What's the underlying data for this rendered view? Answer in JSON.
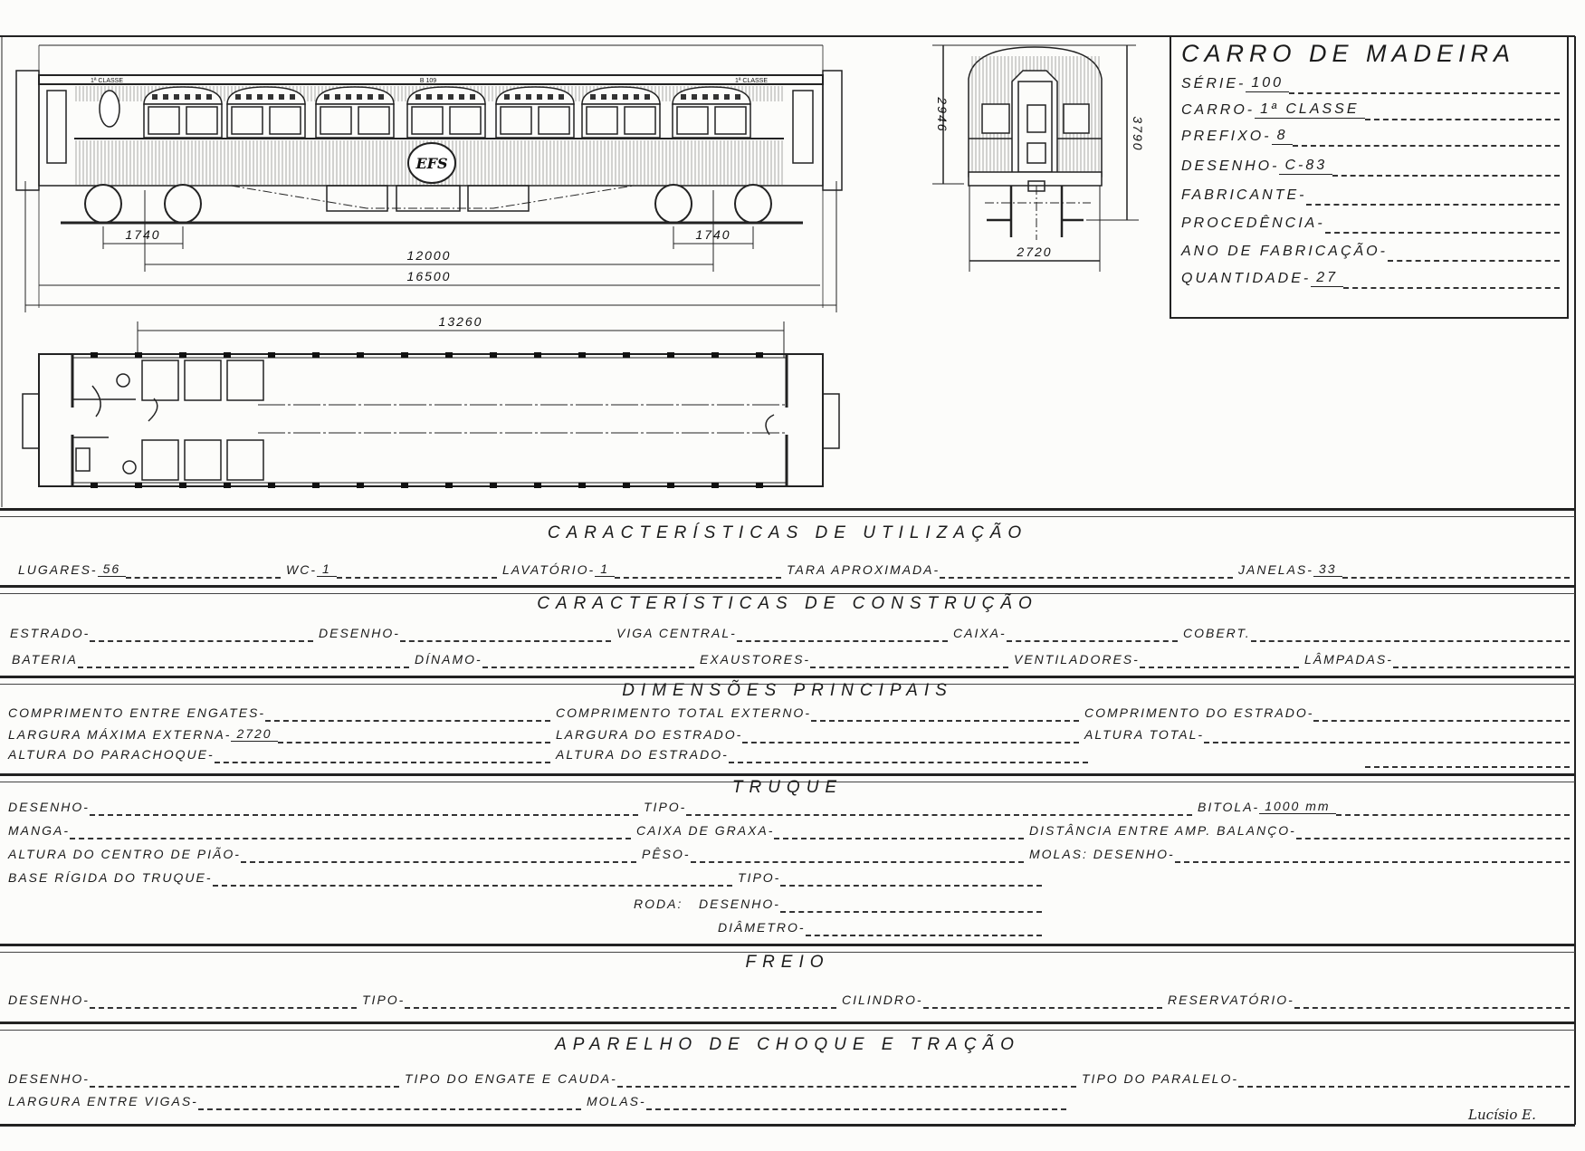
{
  "title_block": {
    "title": "CARRO DE MADEIRA",
    "fields": [
      {
        "label": "SÉRIE-",
        "value": "100"
      },
      {
        "label": "CARRO-",
        "value": "1ª CLASSE"
      },
      {
        "label": "PREFIXO-",
        "value": "8"
      },
      {
        "label": "DESENHO-",
        "value": "C-83"
      },
      {
        "label": "FABRICANTE-",
        "value": ""
      },
      {
        "label": "PROCEDÊNCIA-",
        "value": ""
      },
      {
        "label": "ANO DE FABRICAÇÃO-",
        "value": ""
      },
      {
        "label": "QUANTIDADE-",
        "value": "27"
      }
    ]
  },
  "drawing": {
    "side_labels": [
      "1ª CLASSE",
      "B 109",
      "1ª CLASSE"
    ],
    "dimensions": {
      "bogie_wheelbase_left": "1740",
      "bogie_wheelbase_right": "1740",
      "bogie_centers": "12000",
      "body_length": "16500",
      "plan_length": "13260",
      "end_height": "2946",
      "total_height": "3790",
      "width": "2720"
    }
  },
  "sections": [
    {
      "title": "CARACTERÍSTICAS DE UTILIZAÇÃO",
      "rows": [
        [
          {
            "label": "LUGARES-",
            "value": "56"
          },
          {
            "label": "WC-",
            "value": "1"
          },
          {
            "label": "LAVATÓRIO-",
            "value": "1"
          },
          {
            "label": "TARA APROXIMADA-",
            "value": ""
          },
          {
            "label": "JANELAS-",
            "value": "33"
          }
        ]
      ]
    },
    {
      "title": "CARACTERÍSTICAS DE CONSTRUÇÃO",
      "rows": [
        [
          {
            "label": "ESTRADO-",
            "value": ""
          },
          {
            "label": "DESENHO-",
            "value": ""
          },
          {
            "label": "VIGA CENTRAL-",
            "value": ""
          },
          {
            "label": "CAIXA-",
            "value": ""
          },
          {
            "label": "COBERT.",
            "value": ""
          }
        ],
        [
          {
            "label": "BATERIA",
            "value": ""
          },
          {
            "label": "DÍNAMO-",
            "value": ""
          },
          {
            "label": "EXAUSTORES-",
            "value": ""
          },
          {
            "label": "VENTILADORES-",
            "value": ""
          },
          {
            "label": "LÂMPADAS-",
            "value": ""
          }
        ]
      ]
    },
    {
      "title": "DIMENSÕES PRINCIPAIS",
      "rows": [
        [
          {
            "label": "COMPRIMENTO ENTRE ENGATES-",
            "value": ""
          },
          {
            "label": "COMPRIMENTO TOTAL EXTERNO-",
            "value": ""
          },
          {
            "label": "COMPRIMENTO DO ESTRADO-",
            "value": ""
          }
        ],
        [
          {
            "label": "LARGURA MÁXIMA EXTERNA-",
            "value": "2720"
          },
          {
            "label": "LARGURA DO ESTRADO-",
            "value": ""
          },
          {
            "label": "ALTURA TOTAL-",
            "value": ""
          }
        ],
        [
          {
            "label": "ALTURA DO PARACHOQUE-",
            "value": ""
          },
          {
            "label": "ALTURA DO ESTRADO-",
            "value": ""
          }
        ]
      ]
    },
    {
      "title": "TRUQUE",
      "rows": [
        [
          {
            "label": "DESENHO-",
            "value": ""
          },
          {
            "label": "TIPO-",
            "value": ""
          },
          {
            "label": "BITOLA-",
            "value": "1000 mm"
          }
        ],
        [
          {
            "label": "MANGA-",
            "value": ""
          },
          {
            "label": "CAIXA DE GRAXA-",
            "value": ""
          },
          {
            "label": "DISTÂNCIA ENTRE AMP. BALANÇO-",
            "value": ""
          }
        ],
        [
          {
            "label": "ALTURA DO CENTRO DE PIÃO-",
            "value": ""
          },
          {
            "label": "PÊSO-",
            "value": ""
          },
          {
            "label": "MOLAS: DESENHO-",
            "value": ""
          }
        ],
        [
          {
            "label": "BASE RÍGIDA DO TRUQUE-",
            "value": ""
          },
          {
            "label": "TIPO-",
            "value": ""
          }
        ],
        [
          {
            "label": "RODA:   DESENHO-",
            "value": ""
          }
        ],
        [
          {
            "label": "DIÂMETRO-",
            "value": ""
          }
        ]
      ]
    },
    {
      "title": "FREIO",
      "rows": [
        [
          {
            "label": "DESENHO-",
            "value": ""
          },
          {
            "label": "TIPO-",
            "value": ""
          },
          {
            "label": "CILINDRO-",
            "value": ""
          },
          {
            "label": "RESERVATÓRIO-",
            "value": ""
          }
        ]
      ]
    },
    {
      "title": "APARELHO DE CHOQUE E TRAÇÃO",
      "rows": [
        [
          {
            "label": "DESENHO-",
            "value": ""
          },
          {
            "label": "TIPO DO ENGATE E CAUDA-",
            "value": ""
          },
          {
            "label": "TIPO DO PARALELO-",
            "value": ""
          }
        ],
        [
          {
            "label": "LARGURA ENTRE VIGAS-",
            "value": ""
          },
          {
            "label": "MOLAS-",
            "value": ""
          }
        ]
      ]
    }
  ],
  "signature": "Lucísio E."
}
